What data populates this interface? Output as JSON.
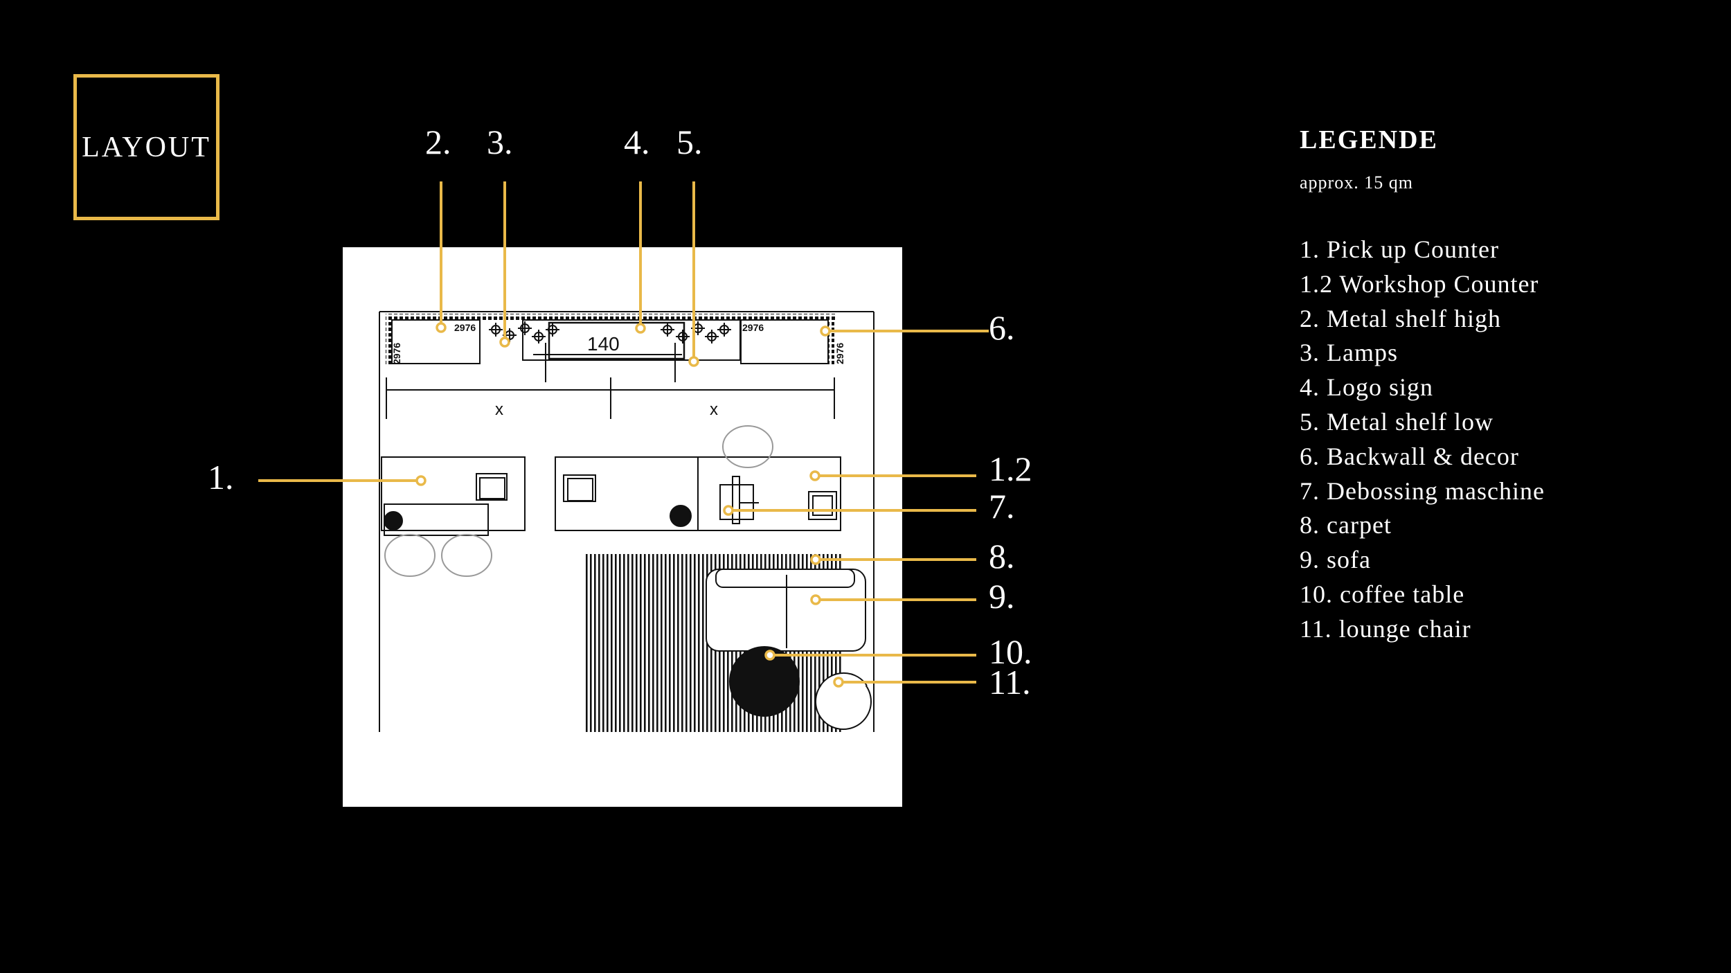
{
  "title": "LAYOUT",
  "legend": {
    "title": "LEGENDE",
    "subtitle": "approx. 15 qm",
    "items": [
      "1. Pick up Counter",
      "1.2 Workshop Counter",
      "2. Metal shelf high",
      "3. Lamps",
      "4. Logo sign",
      "5. Metal shelf low",
      "6. Backwall & decor",
      "7. Debossing maschine",
      "8. carpet",
      "9. sofa",
      "10. coffee table",
      "11. lounge chair"
    ]
  },
  "callouts": {
    "c2": "2.",
    "c3": "3.",
    "c4": "4.",
    "c5": "5.",
    "c6": "6.",
    "c1": "1.",
    "c12": "1.2",
    "c7": "7.",
    "c8": "8.",
    "c9": "9.",
    "c10": "10.",
    "c11": "11."
  },
  "plan": {
    "shelf_code": "2976",
    "width_label": "140",
    "span_label": "x"
  },
  "colors": {
    "accent": "#E9B949",
    "background": "#000000",
    "paper": "#FFFFFF",
    "ink": "#111111"
  }
}
